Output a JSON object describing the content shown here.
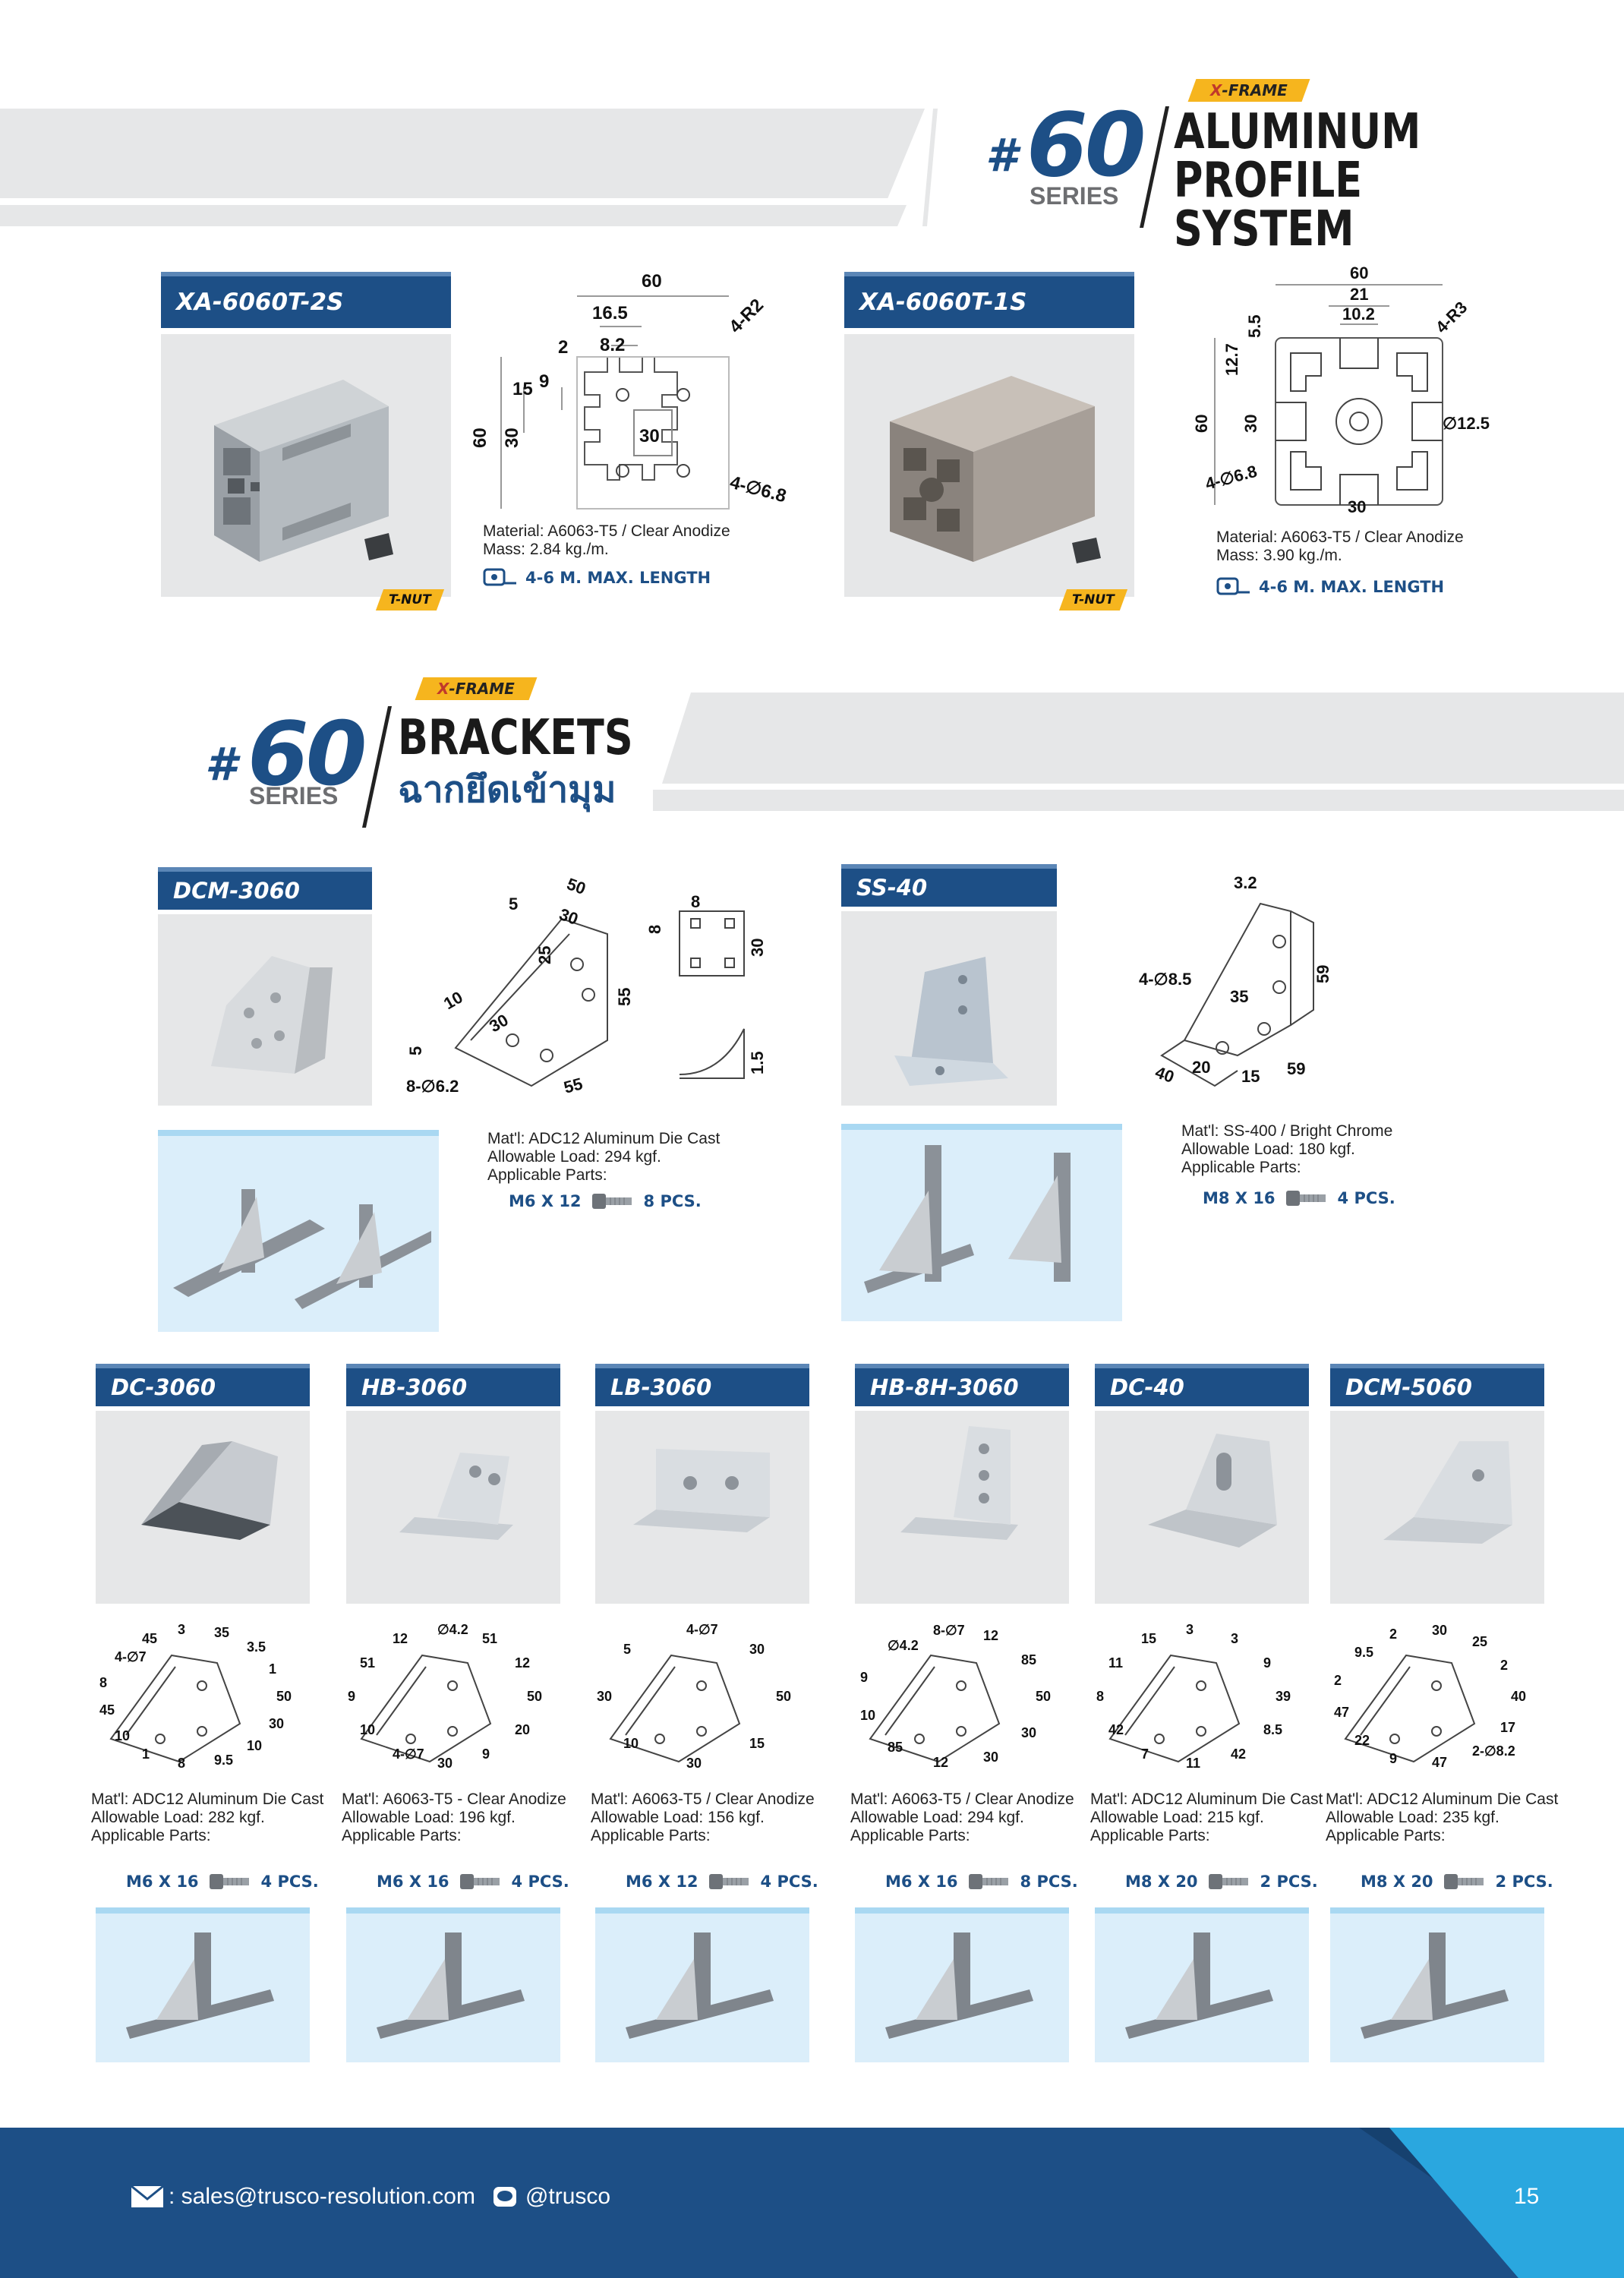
{
  "header": {
    "hash": "#",
    "series_number": "60",
    "series_label": "SERIES",
    "xframe_x": "X",
    "xframe_rest": "-FRAME",
    "title_line1": "ALUMINUM",
    "title_line2": "PROFILE SYSTEM"
  },
  "profiles": [
    {
      "code": "XA-6060T-2S",
      "material": "Material: A6063-T5 / Clear Anodize",
      "mass": "Mass: 2.84 kg./m.",
      "length": "4-6 M. MAX. LENGTH",
      "tnut": "T-NUT",
      "dims": {
        "d60": "60",
        "d16_5": "16.5",
        "d8_2": "8.2",
        "r": "4-R2",
        "d2": "2",
        "d9": "9",
        "d15": "15",
        "d60v": "60",
        "d30v": "30",
        "d30": "30",
        "hole": "4-∅6.8"
      }
    },
    {
      "code": "XA-6060T-1S",
      "material": "Material: A6063-T5 / Clear Anodize",
      "mass": "Mass: 3.90 kg./m.",
      "length": "4-6 M. MAX. LENGTH",
      "tnut": "T-NUT",
      "dims": {
        "d60": "60",
        "d21": "21",
        "d10_2": "10.2",
        "r": "4-R3",
        "d5_5": "5.5",
        "d12_7": "12.7",
        "d60v": "60",
        "d30v": "30",
        "bore": "∅12.5",
        "hole": "4-∅6.8",
        "d30": "30"
      }
    }
  ],
  "brackets_header": {
    "hash": "#",
    "series_number": "60",
    "series_label": "SERIES",
    "xframe_x": "X",
    "xframe_rest": "-FRAME",
    "title": "BRACKETS",
    "thai": "ฉากยึดเข้ามุม"
  },
  "brackets_large": [
    {
      "code": "DCM-3060",
      "material": "Mat'l: ADC12 Aluminum Die Cast",
      "load": "Allowable Load: 294 kgf.",
      "parts_label": "Applicable Parts:",
      "screw": "M6 X 12",
      "qty": "8 PCS.",
      "dims": [
        "50",
        "5",
        "30",
        "25",
        "55",
        "10",
        "30",
        "5",
        "55",
        "8-∅6.2",
        "8",
        "8",
        "30",
        "1.5"
      ]
    },
    {
      "code": "SS-40",
      "material": "Mat'l: SS-400 / Bright Chrome",
      "load": "Allowable Load: 180 kgf.",
      "parts_label": "Applicable Parts:",
      "screw": "M8 X 16",
      "qty": "4 PCS.",
      "dims": [
        "3.2",
        "4-∅8.5",
        "35",
        "59",
        "40",
        "20",
        "15",
        "59"
      ]
    }
  ],
  "brackets_small": [
    {
      "code": "DC-3060",
      "material": "Mat'l: ADC12 Aluminum Die Cast",
      "load": "Allowable Load: 282 kgf.",
      "parts_label": "Applicable Parts:",
      "screw": "M6 X 16",
      "qty": "4 PCS.",
      "dims": [
        "50",
        "30",
        "10",
        "9.5",
        "8",
        "1",
        "10",
        "45",
        "8",
        "4-∅7",
        "45",
        "3",
        "35",
        "3.5",
        "1"
      ]
    },
    {
      "code": "HB-3060",
      "material": "Mat'l: A6063-T5 - Clear Anodize",
      "load": "Allowable Load: 196 kgf.",
      "parts_label": "Applicable Parts:",
      "screw": "M6 X 16",
      "qty": "4 PCS.",
      "dims": [
        "50",
        "20",
        "9",
        "30",
        "4-∅7",
        "10",
        "9",
        "51",
        "12",
        "∅4.2",
        "51",
        "12"
      ]
    },
    {
      "code": "LB-3060",
      "material": "Mat'l: A6063-T5 / Clear Anodize",
      "load": "Allowable Load: 156 kgf.",
      "parts_label": "Applicable Parts:",
      "screw": "M6 X 12",
      "qty": "4 PCS.",
      "dims": [
        "50",
        "15",
        "30",
        "10",
        "30",
        "5",
        "4-∅7",
        "30"
      ]
    },
    {
      "code": "HB-8H-3060",
      "material": "Mat'l: A6063-T5 / Clear Anodize",
      "load": "Allowable Load: 294 kgf.",
      "parts_label": "Applicable Parts:",
      "screw": "M6 X 16",
      "qty": "8 PCS.",
      "dims": [
        "50",
        "30",
        "30",
        "12",
        "85",
        "10",
        "9",
        "∅4.2",
        "8-∅7",
        "12",
        "85"
      ]
    },
    {
      "code": "DC-40",
      "material": "Mat'l: ADC12 Aluminum Die Cast",
      "load": "Allowable Load: 215 kgf.",
      "parts_label": "Applicable Parts:",
      "screw": "M8 X 20",
      "qty": "2 PCS.",
      "dims": [
        "39",
        "8.5",
        "42",
        "11",
        "7",
        "42",
        "8",
        "11",
        "15",
        "3",
        "3",
        "9"
      ]
    },
    {
      "code": "DCM-5060",
      "material": "Mat'l: ADC12 Aluminum Die Cast",
      "load": "Allowable Load: 235 kgf.",
      "parts_label": "Applicable Parts:",
      "screw": "M8 X 20",
      "qty": "2 PCS.",
      "dims": [
        "40",
        "17",
        "2-∅8.2",
        "47",
        "9",
        "22",
        "47",
        "2",
        "9.5",
        "2",
        "30",
        "25",
        "2"
      ]
    }
  ],
  "footer": {
    "email": ": sales@trusco-resolution.com",
    "line": "@trusco",
    "page": "15"
  },
  "colors": {
    "brand_blue": "#1d4f86",
    "accent_yellow": "#f6b51e",
    "light_blue": "#dbeefa",
    "panel_gray": "#e6e7e8",
    "footer_cyan": "#2aa7df"
  }
}
